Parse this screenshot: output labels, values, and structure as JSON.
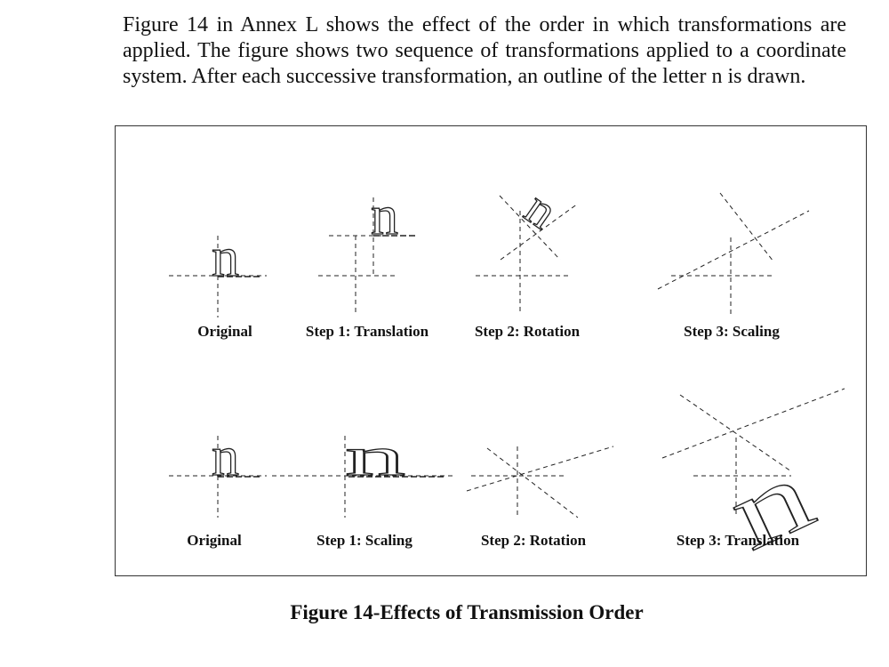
{
  "document": {
    "paragraph": "Figure 14 in Annex L shows the effect of the order in which transformations are applied. The figure shows two sequence of transformations applied to a coordinate system. After each successive transformation, an outline of the letter n is drawn.",
    "figure_letter": "n",
    "top_row_labels": [
      "Original",
      "Step 1: Translation",
      "Step 2: Rotation",
      "Step 3: Scaling"
    ],
    "bottom_row_labels": [
      "Original",
      "Step 1: Scaling",
      "Step 2: Rotation",
      "Step 3: Translation"
    ],
    "caption": "Figure 14-Effects of Transmission Order"
  }
}
